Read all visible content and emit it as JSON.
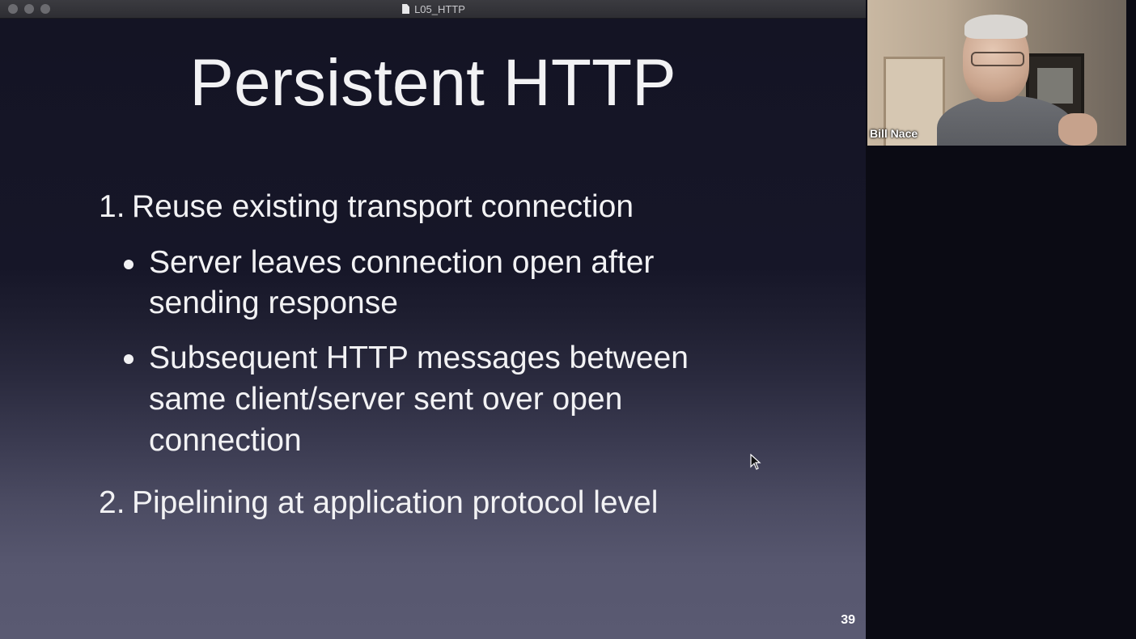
{
  "window": {
    "title": "L05_HTTP"
  },
  "slide": {
    "title": "Persistent HTTP",
    "items": [
      {
        "number": "1.",
        "text": "Reuse existing transport connection"
      },
      {
        "number": "2.",
        "text": "Pipelining at application protocol level"
      }
    ],
    "sub_items": [
      {
        "lines": [
          "Server leaves connection open after",
          "sending response"
        ]
      },
      {
        "lines": [
          "Subsequent HTTP messages between",
          "same client/server sent over open",
          "connection"
        ]
      }
    ],
    "slide_number": "39"
  },
  "participant": {
    "name": "Bill Nace"
  },
  "icons": {
    "document": "document-icon",
    "cursor": "mouse-pointer-icon"
  },
  "colors": {
    "slide_text": "#f2f2f4",
    "slide_bg_top": "#141424",
    "slide_bg_bottom": "#5a5a72"
  }
}
